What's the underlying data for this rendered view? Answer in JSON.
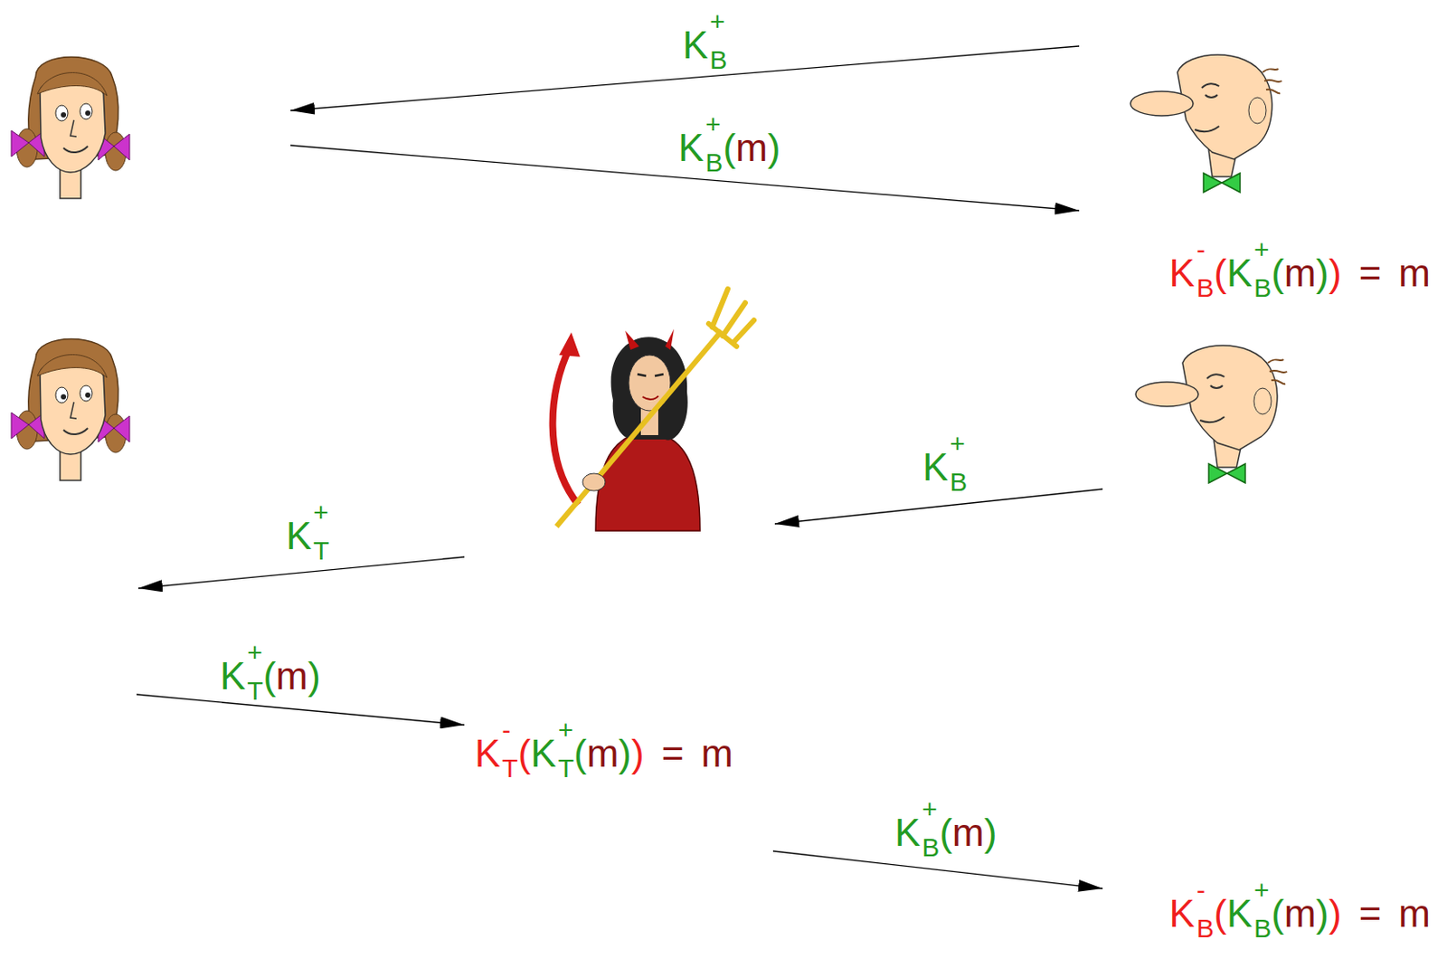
{
  "diagram": {
    "labels": [
      "K",
      "+",
      "B",
      "K",
      "+",
      "B",
      "(",
      "m",
      ")",
      "K",
      "-",
      "B",
      "(",
      "K",
      "+",
      "B",
      "(",
      "m",
      ")",
      ")",
      "=",
      "m",
      "K",
      "+",
      "B",
      "K",
      "+",
      "T",
      "K",
      "+",
      "T",
      "(",
      "m",
      ")",
      "K",
      "-",
      "T",
      "(",
      "K",
      "+",
      "T",
      "(",
      "m",
      ")",
      ")",
      "=",
      "m",
      "K",
      "+",
      "B",
      "(",
      "m",
      ")",
      "K",
      "-",
      "B",
      "(",
      "K",
      "+",
      "B",
      "(",
      "m",
      ")",
      ")",
      "=",
      "m"
    ]
  }
}
